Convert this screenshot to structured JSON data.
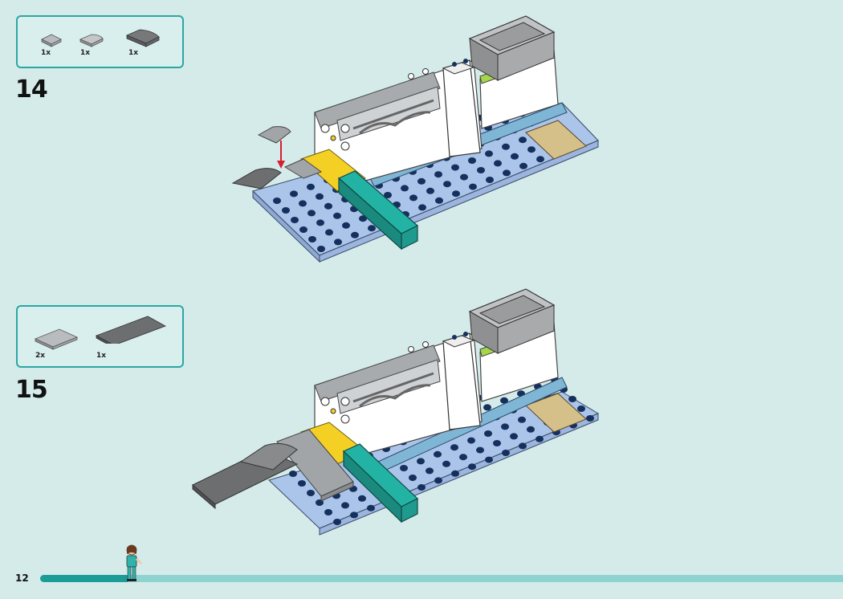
{
  "page": {
    "number": "12",
    "progress_fraction": 0.112
  },
  "colors": {
    "background": "#d4ebea",
    "accent": "#2aa7a3",
    "baseplate": "#aac4ea",
    "teal_brick": "#1f9a8f",
    "yellow_plate": "#f5d024",
    "tan_plate": "#d6c08a",
    "white_brick": "#ffffff",
    "gray_tile": "#a2a5a7",
    "dark_gray_tile": "#6c6e70",
    "lime": "#a5d64a"
  },
  "steps": [
    {
      "number": "14",
      "parts": [
        {
          "icon": "small-gray-tile-icon",
          "qty": "1x"
        },
        {
          "icon": "curved-gray-slope-icon",
          "qty": "1x"
        },
        {
          "icon": "dark-gray-curved-slope-icon",
          "qty": "1x"
        }
      ]
    },
    {
      "number": "15",
      "parts": [
        {
          "icon": "gray-tile-2x4-icon",
          "qty": "2x"
        },
        {
          "icon": "dark-gray-tile-long-icon",
          "qty": "1x"
        }
      ]
    }
  ]
}
